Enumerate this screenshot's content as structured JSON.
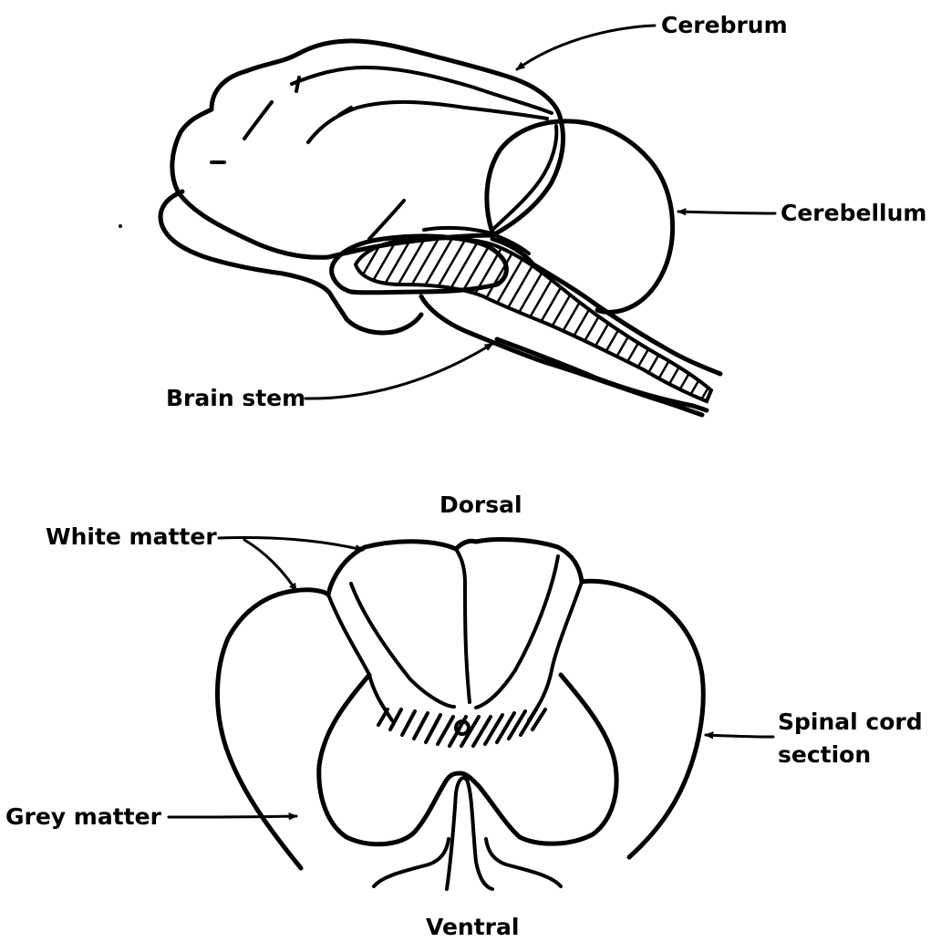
{
  "figure": {
    "brain_labels": {
      "cerebrum": "Cerebrum",
      "cerebellum": "Cerebellum",
      "brain_stem": "Brain stem"
    },
    "spinal_labels": {
      "dorsal": "Dorsal",
      "ventral": "Ventral",
      "white_matter": "White matter",
      "grey_matter": "Grey matter",
      "spinal_cord_line1": "Spinal cord",
      "spinal_cord_line2": "section"
    }
  }
}
